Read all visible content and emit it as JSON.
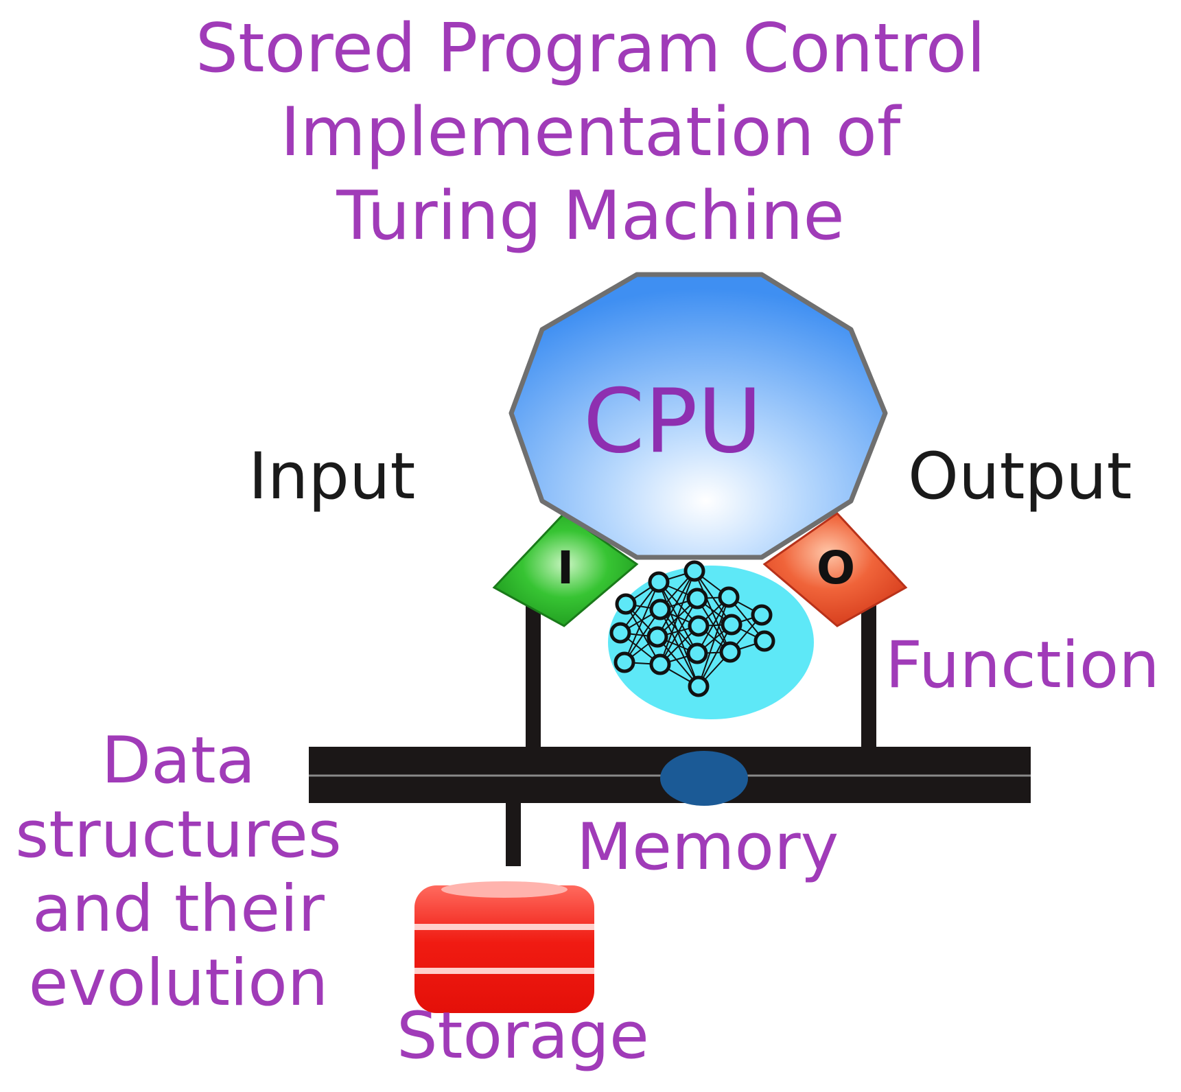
{
  "title_lines": [
    "Stored Program Control",
    "Implementation of",
    "Turing Machine"
  ],
  "labels": {
    "cpu": "CPU",
    "input": "Input",
    "output": "Output",
    "function": "Function",
    "memory": "Memory",
    "storage": "Storage",
    "data_lines": [
      "Data",
      "structures",
      "and their",
      "evolution"
    ]
  },
  "ports": {
    "input_letter": "I",
    "output_letter": "O"
  },
  "colors": {
    "text_purple": "#a03bb8",
    "cpu_blue": "#4a98f5",
    "input_green": "#2fb52f",
    "output_orange": "#f05a2c",
    "network_cyan": "#5ee8f7",
    "bus_black": "#1b1717",
    "memory_dot": "#1b5a96",
    "storage_red": "#f01b12"
  }
}
